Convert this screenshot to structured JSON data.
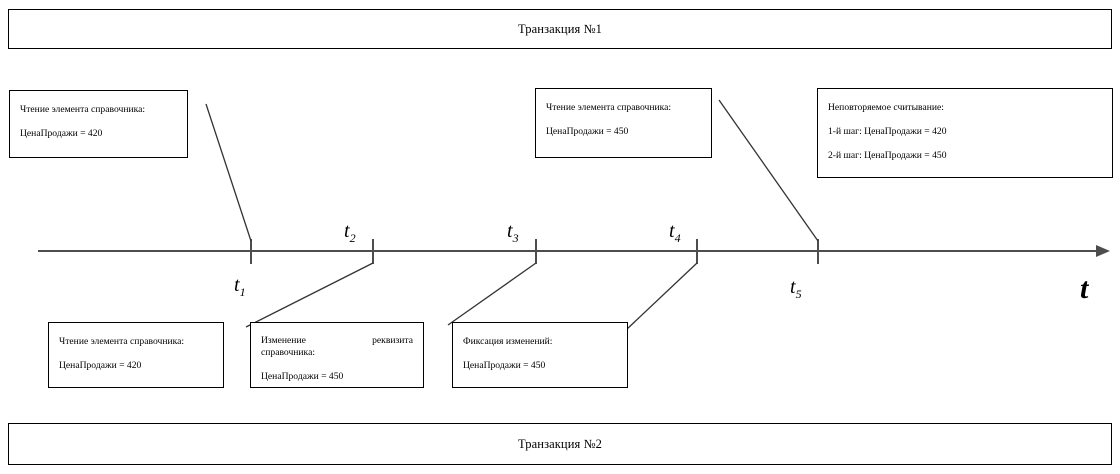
{
  "diagram": {
    "title_top": "Транзакция №1",
    "title_bottom": "Транзакция №2",
    "axis_variable": "t",
    "ticks": [
      {
        "id": "t1",
        "base": "t",
        "index": "1"
      },
      {
        "id": "t2",
        "base": "t",
        "index": "2"
      },
      {
        "id": "t3",
        "base": "t",
        "index": "3"
      },
      {
        "id": "t4",
        "base": "t",
        "index": "4"
      },
      {
        "id": "t5",
        "base": "t",
        "index": "5"
      }
    ]
  },
  "notes": {
    "top_left": {
      "line1": "Чтение элемента справочника:",
      "line2": "ЦенаПродажи = 420"
    },
    "top_mid": {
      "line1": "Чтение элемента справочника:",
      "line2": "ЦенаПродажи = 450"
    },
    "top_right": {
      "line1": "Неповторяемое считывание:",
      "line2": "1-й шаг:  ЦенаПродажи = 420",
      "line3": "2-й шаг:  ЦенаПродажи = 450"
    },
    "bottom_read": {
      "line1": "Чтение элемента справочника:",
      "line2": "ЦенаПродажи = 420"
    },
    "bottom_update": {
      "line1a": "Изменение",
      "line1b": "реквизита",
      "line2": "справочника:",
      "line3": "ЦенаПродажи = 450"
    },
    "bottom_commit": {
      "line1": "Фиксация изменений:",
      "line2": "ЦенаПродажи = 450"
    }
  },
  "colors": {
    "stroke": "#000000",
    "axis": "#4d4d4d",
    "background": "#ffffff"
  }
}
